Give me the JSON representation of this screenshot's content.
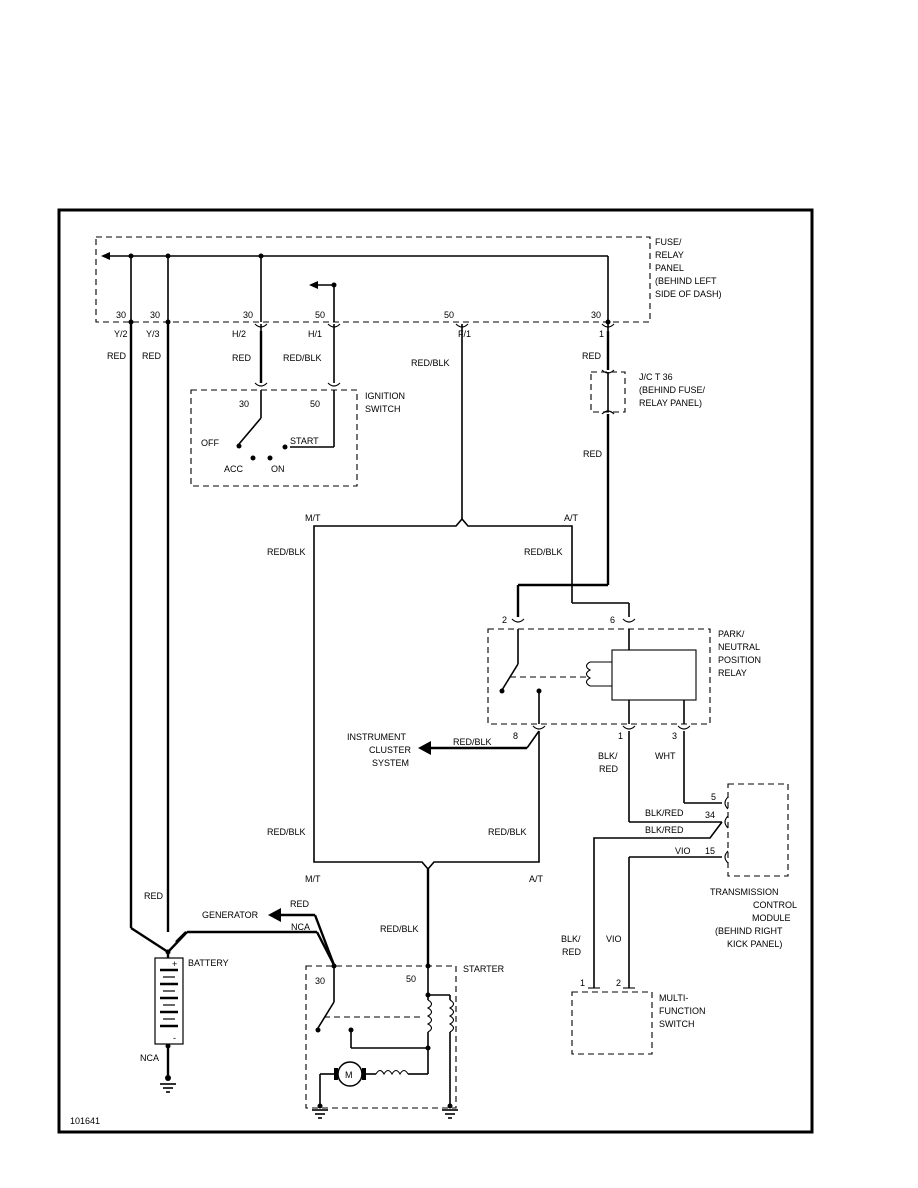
{
  "diagram_id": "101641",
  "fuse_panel": {
    "title": [
      "FUSE/",
      "RELAY",
      "PANEL",
      "(BEHIND LEFT",
      "SIDE OF DASH)"
    ]
  },
  "fuse_terminals": {
    "t30a": "30",
    "t30b": "30",
    "t30c": "30",
    "t50a": "50",
    "t50b": "50",
    "t30d": "30"
  },
  "fuse_connectors": {
    "y2": "Y/2",
    "y3": "Y/3",
    "h2": "H/2",
    "h1": "H/1",
    "f1": "F/1",
    "c1": "1"
  },
  "wires": {
    "red": "RED",
    "red_blk": "RED/BLK",
    "blk_red": "BLK/RED",
    "blk_red_stacked": [
      "BLK/",
      "RED"
    ],
    "wht": "WHT",
    "vio": "VIO"
  },
  "ignition": {
    "title": [
      "IGNITION",
      "SWITCH"
    ],
    "t30": "30",
    "t50": "50",
    "off": "OFF",
    "acc": "ACC",
    "on": "ON",
    "start": "START"
  },
  "jct": {
    "title": [
      "J/C T 36",
      "(BEHIND FUSE/",
      "RELAY PANEL)"
    ]
  },
  "branch": {
    "mt": "M/T",
    "at": "A/T"
  },
  "relay": {
    "title": [
      "PARK/",
      "NEUTRAL",
      "POSITION",
      "RELAY"
    ],
    "p2": "2",
    "p6": "6",
    "p1": "1",
    "p3": "3",
    "p8": "8"
  },
  "instrument": {
    "title": [
      "INSTRUMENT",
      "CLUSTER",
      "SYSTEM"
    ]
  },
  "tcm": {
    "title": [
      "TRANSMISSION",
      "CONTROL",
      "MODULE",
      "(BEHIND RIGHT",
      "KICK PANEL)"
    ],
    "p5": "5",
    "p34": "34",
    "p15": "15"
  },
  "battery": {
    "label": "BATTERY",
    "plus": "+",
    "minus": "-",
    "nca": "NCA"
  },
  "generator": {
    "label": "GENERATOR",
    "nca": "NCA"
  },
  "starter": {
    "label": "STARTER",
    "t30": "30",
    "t50": "50",
    "motor": "M"
  },
  "mfs": {
    "title": [
      "MULTI-",
      "FUNCTION",
      "SWITCH"
    ],
    "p1": "1",
    "p2": "2"
  }
}
